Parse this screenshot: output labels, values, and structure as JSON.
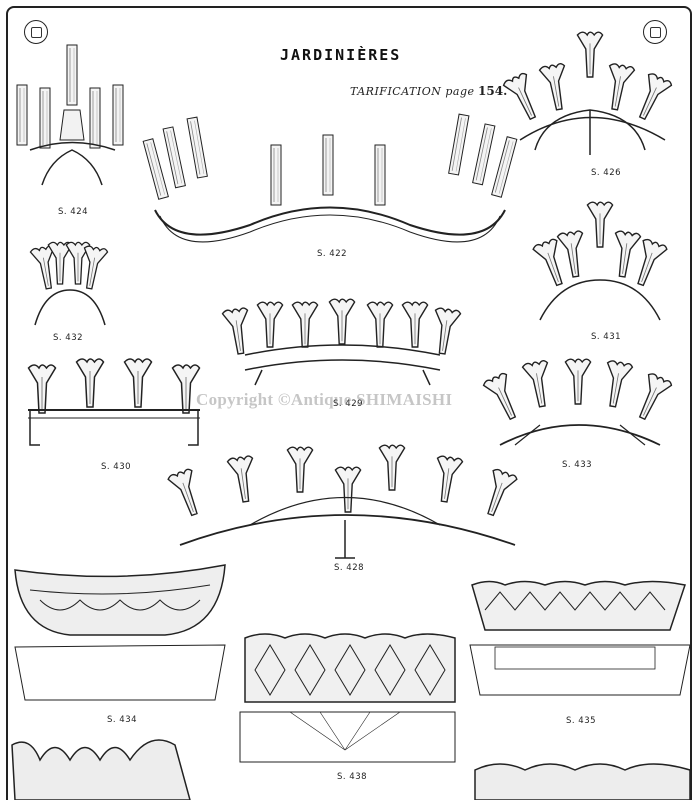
{
  "header": {
    "title": "JARDINIÈRES",
    "tarification_label": "TARIFICATION page",
    "tarification_page": "154."
  },
  "watermark": "Copyright ©Antique SHIMAISHI",
  "items": [
    {
      "ref": "S. 424"
    },
    {
      "ref": "S. 422"
    },
    {
      "ref": "S. 426"
    },
    {
      "ref": "S. 432"
    },
    {
      "ref": "S. 431"
    },
    {
      "ref": "S. 429"
    },
    {
      "ref": "S. 430"
    },
    {
      "ref": "S. 433"
    },
    {
      "ref": "S. 428"
    },
    {
      "ref": "S. 434"
    },
    {
      "ref": "S. 438"
    },
    {
      "ref": "S. 435"
    }
  ],
  "colors": {
    "ink": "#222222",
    "paper": "#ffffff",
    "watermark": "#9a9a9a"
  },
  "seals": [
    "seal-emblem-icon",
    "seal-emblem-icon"
  ]
}
